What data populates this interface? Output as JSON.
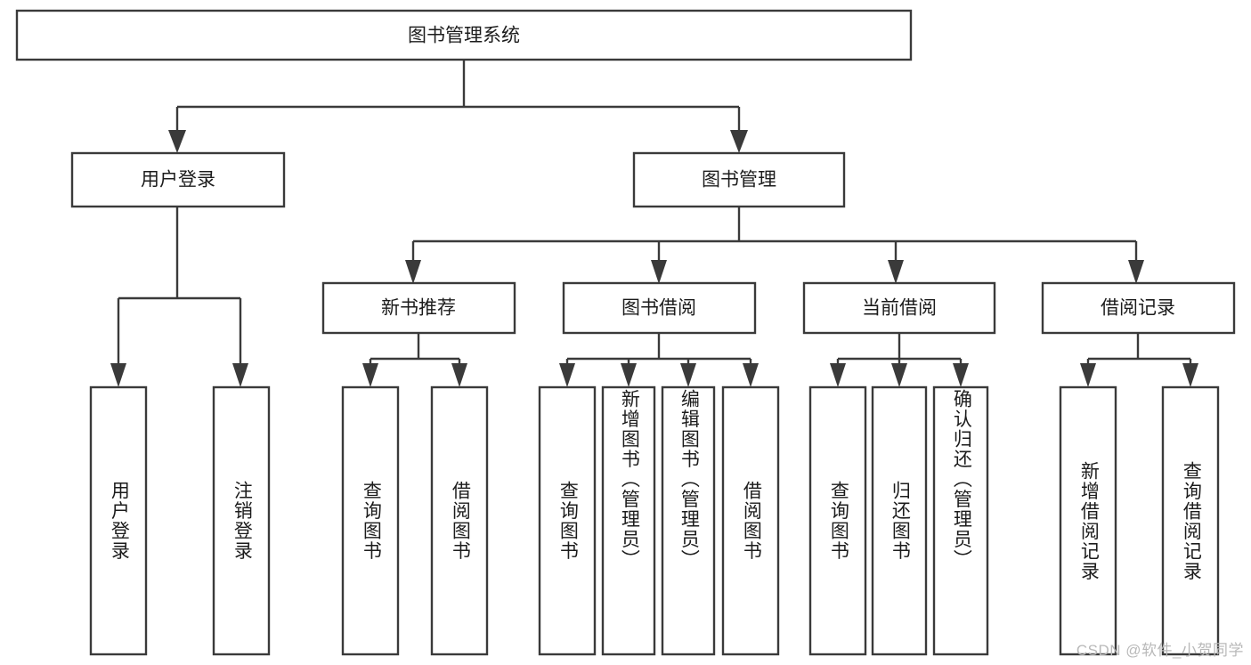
{
  "diagram": {
    "type": "tree",
    "title": "图书管理系统",
    "background_color": "#ffffff",
    "line_color": "#3a3a3a",
    "text_color": "#1c1c1c",
    "root": {
      "label": "图书管理系统"
    },
    "level2": [
      {
        "label": "用户登录"
      },
      {
        "label": "图书管理"
      }
    ],
    "level3": [
      {
        "label": "新书推荐"
      },
      {
        "label": "图书借阅"
      },
      {
        "label": "当前借阅"
      },
      {
        "label": "借阅记录"
      }
    ],
    "leaves": {
      "user_login": [
        {
          "label": "用户登录"
        },
        {
          "label": "注销登录"
        }
      ],
      "new_book_recommend": [
        {
          "label": "查询图书"
        },
        {
          "label": "借阅图书"
        }
      ],
      "book_borrow": [
        {
          "label": "查询图书"
        },
        {
          "label": "新增图书（管理员）"
        },
        {
          "label": "编辑图书（管理员）"
        },
        {
          "label": "借阅图书"
        }
      ],
      "current_borrow": [
        {
          "label": "查询图书"
        },
        {
          "label": "归还图书"
        },
        {
          "label": "确认归还（管理员）"
        }
      ],
      "borrow_record": [
        {
          "label": "新增借阅记录"
        },
        {
          "label": "查询借阅记录"
        }
      ]
    }
  },
  "watermark": {
    "text": "CSDN @软件_小贺同学"
  }
}
